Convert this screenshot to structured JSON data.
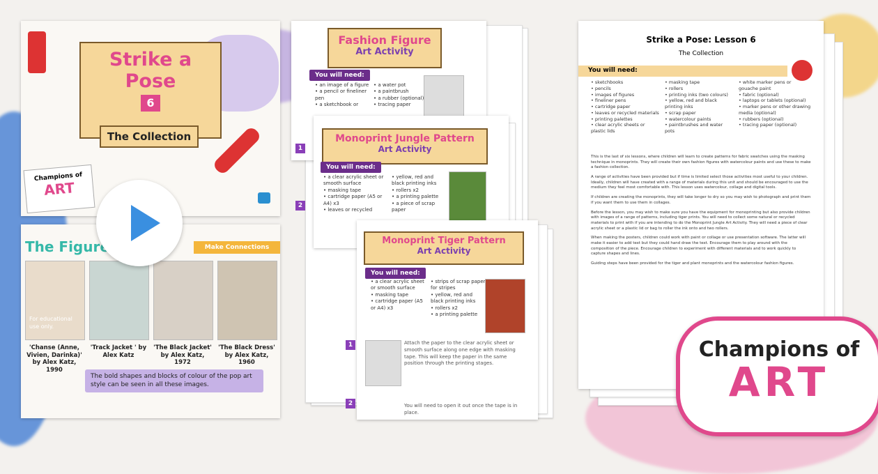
{
  "slide1": {
    "title_line1": "Strike a",
    "title_line2": "Pose",
    "number": "6",
    "subtitle": "The Collection",
    "badge": "Champions of",
    "badge_big": "ART"
  },
  "slide2": {
    "title": "The Figure",
    "tab": "Make Connections",
    "watermark": "For educational use only.",
    "captions": [
      "'Chanse (Anne, Vivien, Darinka)' by Alex Katz, 1990",
      "'Track Jacket ' by Alex Katz",
      "'The Black Jacket' by Alex Katz, 1972",
      "'The Black Dress' by Alex Katz, 1960"
    ],
    "note": "The bold shapes and blocks of colour of the pop art style can be seen in all these images."
  },
  "activity1": {
    "title": "Fashion Figure",
    "subtitle": "Art Activity",
    "need": "You will need:",
    "col1": [
      "an image of a figure",
      "a pencil or fineliner pen",
      "a sketchbook or"
    ],
    "col2": [
      "a water pot",
      "a paintbrush",
      "a rubber (optional)",
      "tracing paper"
    ]
  },
  "activity2": {
    "title": "Monoprint Jungle Pattern",
    "subtitle": "Art Activity",
    "need": "You will need:",
    "col1": [
      "a clear acrylic sheet or smooth surface",
      "masking tape",
      "cartridge paper (A5 or A4) x3",
      "leaves or recycled"
    ],
    "col2": [
      "yellow, red and black printing inks",
      "rollers x2",
      "a printing palette",
      "a piece of scrap paper"
    ]
  },
  "activity3": {
    "title": "Monoprint Tiger Pattern",
    "subtitle": "Art Activity",
    "need": "You will need:",
    "col1": [
      "a clear acrylic sheet or smooth surface",
      "masking tape",
      "cartridge paper (A5 or A4) x3"
    ],
    "col2": [
      "strips of scrap paper for stripes",
      "yellow, red and black printing inks",
      "rollers x2",
      "a printing palette"
    ],
    "step1": "Attach the paper to the clear acrylic sheet or smooth surface along one edge with masking tape. This will keep the paper in the same position through the printing stages.",
    "step2": "You will need to open it out once the tape is in place.",
    "steps": [
      "1",
      "2"
    ]
  },
  "plan": {
    "title": "Strike a Pose: Lesson 6",
    "subtitle": "The Collection",
    "need": "You will need:",
    "col1": [
      "sketchbooks",
      "pencils",
      "images of figures",
      "fineliner pens",
      "cartridge paper",
      "leaves or recycled materials",
      "printing palettes",
      "clear acrylic sheets or plastic lids"
    ],
    "col2": [
      "masking tape",
      "rollers",
      "printing inks (two colours)",
      "yellow, red and black printing inks",
      "scrap paper",
      "watercolour paints",
      "paintbrushes and water pots"
    ],
    "col3": [
      "white marker pens or gouache paint",
      "fabric (optional)",
      "laptops or tablets (optional)",
      "marker pens or other drawing media (optional)",
      "rubbers (optional)",
      "tracing paper (optional)"
    ],
    "paras": [
      "This is the last of six lessons, where children will learn to create patterns for fabric swatches using the masking technique in monoprints. They will create their own fashion figures with watercolour paints and use these to make a fashion collection.",
      "A range of activities have been provided but if time is limited select those activities most useful to your children. Ideally, children will have created with a range of materials during this unit and should be encouraged to use the medium they feel most comfortable with. This lesson uses watercolour, collage and digital tools.",
      "If children are creating the monoprints, they will take longer to dry so you may wish to photograph and print them if you want them to use them in collages.",
      "Before the lesson, you may wish to make sure you have the equipment for monoprinting but also provide children with images of a range of patterns, including tiger prints. You will need to collect some natural or recycled materials to print with if you are intending to do the Monoprint Jungle Art Activity. They will need a piece of clear acrylic sheet or a plastic lid or bag to roller the ink onto and two rollers.",
      "When making the posters, children could work with paint or collage or use presentation software. The latter will make it easier to add text but they could hand draw the text. Encourage them to play around with the composition of the piece. Encourage children to experiment with different materials and to work quickly to capture shapes and lines.",
      "Guiding steps have been provided for the tiger and plant monoprints and the watercolour fashion figures."
    ]
  },
  "brand": {
    "line1": "Champions of",
    "line2": "ART"
  },
  "colors": {
    "accent_pink": "#e0488c",
    "accent_purple": "#6b2d8a",
    "card_tan": "#f6d79a",
    "play_blue": "#3a8fe0"
  }
}
